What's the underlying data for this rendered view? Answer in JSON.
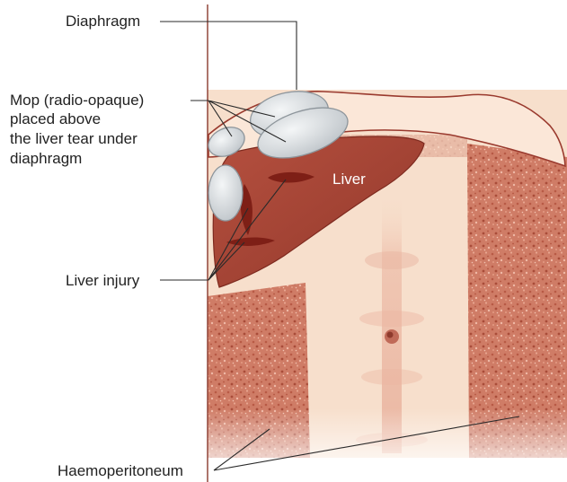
{
  "labels": {
    "diaphragm": "Diaphragm",
    "mop_line1": "Mop (radio-opaque)",
    "mop_line2": "placed above",
    "mop_line3": "the liver tear under",
    "mop_line4": "diaphragm",
    "liver": "Liver",
    "liver_injury": "Liver injury",
    "haemoperitoneum": "Haemoperitoneum"
  },
  "colors": {
    "background": "#ffffff",
    "skin": "#f7dfcc",
    "diaphragm_fill": "#fbe7d8",
    "diaphragm_stroke": "#9a3a2e",
    "liver": "#a64436",
    "liver_tear": "#7e1f16",
    "mop": "#d9dde0",
    "haemoperitoneum": "#c9735e",
    "linea_alba": "#eab5a1",
    "umbilicus": "#c06a58",
    "leader": "#2a2a2a"
  }
}
